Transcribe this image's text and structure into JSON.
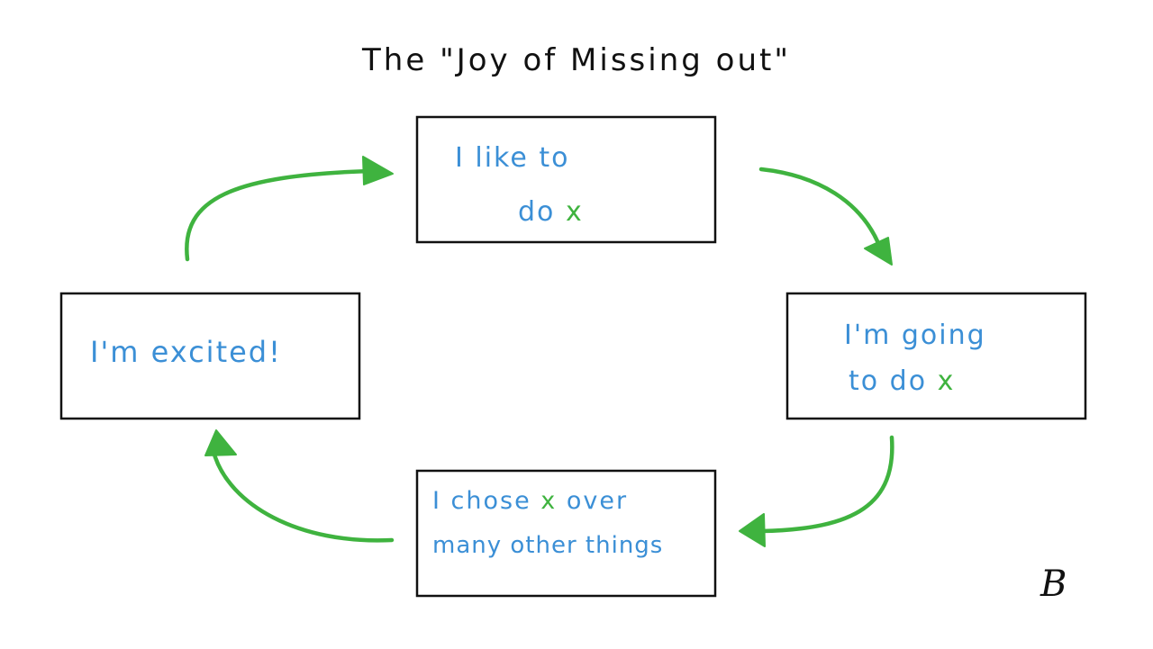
{
  "title": "The \"Joy of Missing out\"",
  "colors": {
    "text": "#3b8fd6",
    "accent": "#3fb33f",
    "border": "#111111",
    "title": "#111111"
  },
  "nodes": [
    {
      "id": "like",
      "lines": [
        "I like to",
        "do "
      ],
      "accent": "x"
    },
    {
      "id": "going",
      "lines": [
        "I'm going",
        "to do "
      ],
      "accent": "x"
    },
    {
      "id": "chose",
      "lines": [
        "I chose ",
        "many other things"
      ],
      "accent": "x",
      "after_first": " over"
    },
    {
      "id": "excited",
      "lines": [
        "I'm excited!"
      ]
    }
  ],
  "signature": "B"
}
